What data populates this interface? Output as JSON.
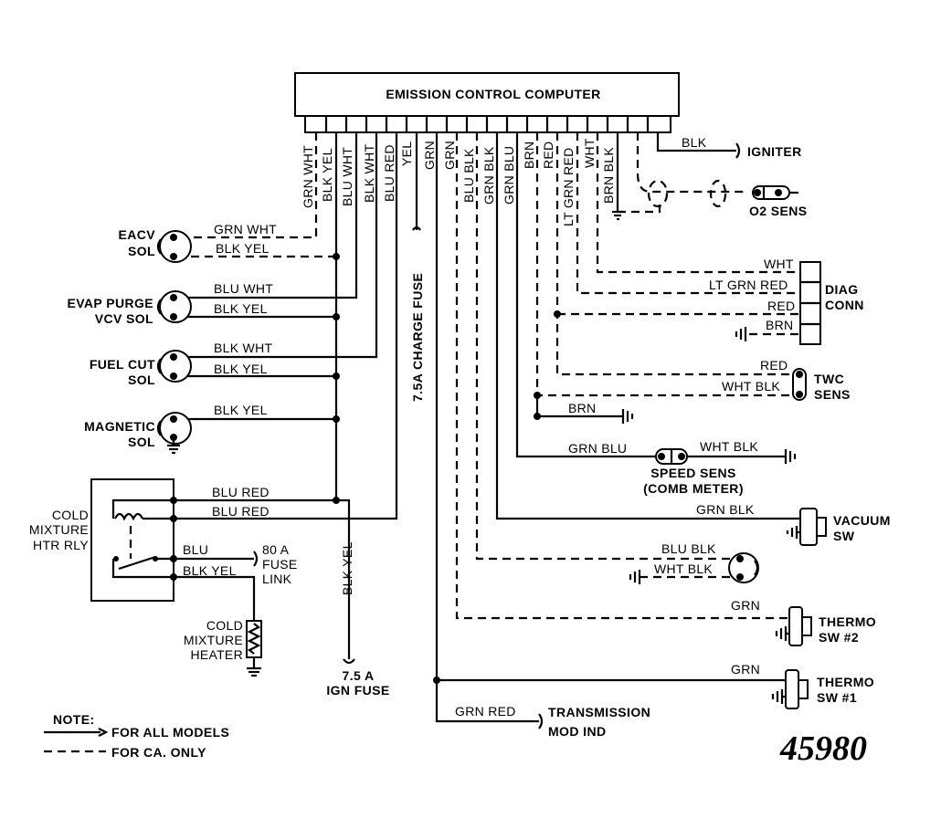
{
  "ecu": {
    "title": "EMISSION CONTROL COMPUTER",
    "pins": [
      "GRN WHT",
      "BLK YEL",
      "BLU WHT",
      "BLK WHT",
      "BLU RED",
      "YEL",
      "GRN",
      "GRN",
      "BLU BLK",
      "GRN BLK",
      "GRN BLU",
      "BRN",
      "RED",
      "LT GRN RED",
      "WHT",
      "BRN BLK"
    ],
    "fuse_label": "7.5A CHARGE FUSE"
  },
  "left": {
    "eacv": {
      "name_1": "EACV",
      "name_2": "SOL",
      "wire_1": "GRN WHT",
      "wire_2": "BLK YEL"
    },
    "evap": {
      "name_1": "EVAP PURGE",
      "name_2": "VCV SOL",
      "wire_1": "BLU WHT",
      "wire_2": "BLK YEL"
    },
    "fuelcut": {
      "name_1": "FUEL CUT",
      "name_2": "SOL",
      "wire_1": "BLK WHT",
      "wire_2": "BLK YEL"
    },
    "magnetic": {
      "name_1": "MAGNETIC",
      "name_2": "SOL",
      "wire_1": "BLK YEL"
    },
    "relay": {
      "name_1": "COLD",
      "name_2": "MIXTURE",
      "name_3": "HTR RLY",
      "wire_1": "BLU RED",
      "wire_2": "BLU RED",
      "wire_3": "BLU",
      "wire_4": "BLK YEL"
    },
    "fuse_link": {
      "l1": "80 A",
      "l2": "FUSE",
      "l3": "LINK"
    },
    "heater": {
      "l1": "COLD",
      "l2": "MIXTURE",
      "l3": "HEATER"
    },
    "vertical_wire": "BLK YEL",
    "ign_fuse": {
      "l1": "7.5 A",
      "l2": "IGN FUSE"
    }
  },
  "right": {
    "igniter": {
      "wire": "BLK",
      "name": "IGNITER"
    },
    "o2": {
      "name": "O2 SENS"
    },
    "diag": {
      "name_1": "DIAG",
      "name_2": "CONN",
      "wire_1": "WHT",
      "wire_2": "LT GRN RED",
      "wire_3": "RED",
      "wire_4": "BRN"
    },
    "twc": {
      "name_1": "TWC",
      "name_2": "SENS",
      "wire_1": "RED",
      "wire_2": "WHT BLK"
    },
    "ground_brn": "BRN",
    "speed": {
      "wire_1": "GRN BLU",
      "wire_2": "WHT BLK",
      "name_1": "SPEED SENS",
      "name_2": "(COMB METER)"
    },
    "vacuum": {
      "wire": "GRN BLK",
      "name_1": "VACUUM",
      "name_2": "SW"
    },
    "blublk": {
      "wire_1": "BLU BLK",
      "wire_2": "WHT BLK"
    },
    "thermo2": {
      "wire": "GRN",
      "name_1": "THERMO",
      "name_2": "SW #2"
    },
    "thermo1": {
      "wire": "GRN",
      "name_1": "THERMO",
      "name_2": "SW #1"
    },
    "trans": {
      "wire": "GRN RED",
      "name_1": "TRANSMISSION",
      "name_2": "MOD IND"
    }
  },
  "note": {
    "title": "NOTE:",
    "solid": "FOR ALL MODELS",
    "dashed": "FOR CA. ONLY"
  },
  "figure_number": "45980"
}
